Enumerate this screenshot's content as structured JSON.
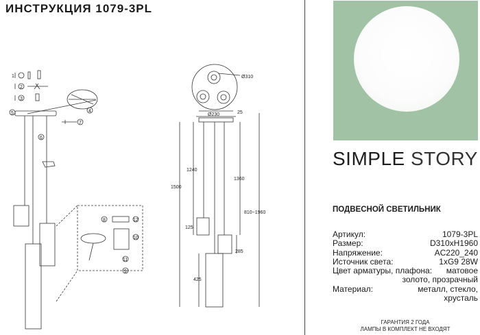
{
  "title": "ИНСТРУКЦИЯ 1079-3PL",
  "drawing": {
    "callouts": [
      "1",
      "2",
      "3",
      "4",
      "5",
      "6",
      "7",
      "8",
      "9",
      "10",
      "11",
      "12"
    ],
    "dim_top_diameter": "Ø310",
    "dim_canopy_diameter": "Ø230",
    "dim_canopy_height": "25",
    "dim_total_length": "1500",
    "dim_cable_1": "1240",
    "dim_cable_2": "1360",
    "dim_range": "810~1960",
    "dim_small_shade": "125",
    "dim_mid_shade": "285",
    "dim_long_shade": "425"
  },
  "brand": {
    "word1": "SIMPLE",
    "word2": "STORY"
  },
  "product_type": "ПОДВЕСНОЙ СВЕТИЛЬНИК",
  "specs": [
    {
      "label": "Артикул:",
      "value": "1079-3PL"
    },
    {
      "label": "Размер:",
      "value": "D310xH1960"
    },
    {
      "label": "Напряжение:",
      "value": "AC220_240"
    },
    {
      "label": "Источник света:",
      "value": "1xG9 28W"
    },
    {
      "label": "Цвет арматуры, плафона:",
      "value": "матовое"
    }
  ],
  "spec_cont_1": "золото, прозрачный",
  "material": {
    "label": "Материал:",
    "value": "металл, стекло,"
  },
  "spec_cont_2": "хрусталь",
  "footer": {
    "line1": "ГАРАНТИЯ 2 ГОДА",
    "line2": "ЛАМПЫ В КОМПЛЕКТ НЕ ВХОДЯТ"
  },
  "colors": {
    "brand_panel": "#a2c2a5",
    "ink": "#1a1a1a"
  }
}
